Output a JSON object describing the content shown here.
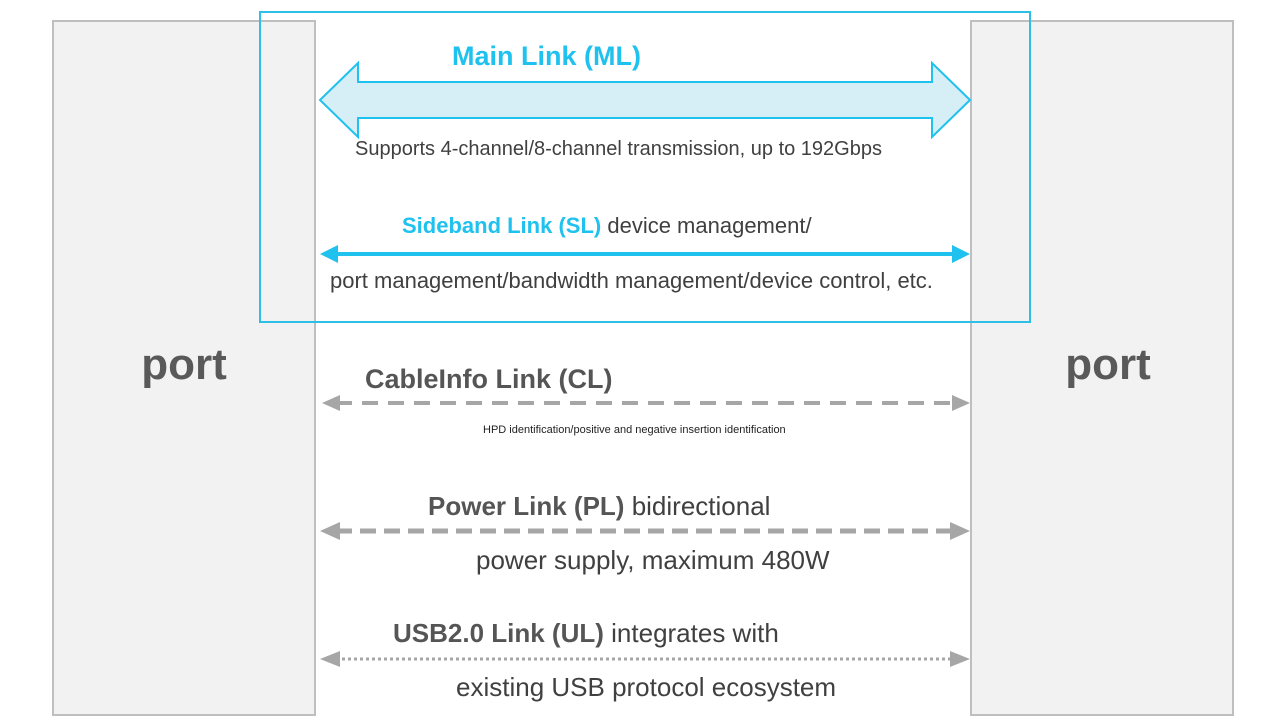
{
  "ports": {
    "left_label": "port",
    "right_label": "port"
  },
  "main_link": {
    "name": "Main Link (ML)",
    "description": "Supports 4-channel/8-channel transmission, up to 192Gbps"
  },
  "sideband_link": {
    "name": "Sideband Link (SL)",
    "desc_line1": " device management/",
    "desc_line2": "port management/bandwidth management/device control, etc."
  },
  "cableinfo_link": {
    "name": "CableInfo Link (CL)",
    "description": "HPD identification/positive and negative insertion identification"
  },
  "power_link": {
    "name": "Power Link (PL)",
    "desc_line1": " bidirectional",
    "desc_line2": "power supply, maximum 480W"
  },
  "usb_link": {
    "name": "USB2.0 Link (UL)",
    "desc_line1": " integrates with",
    "desc_line2": "existing USB protocol ecosystem"
  },
  "colors": {
    "accent": "#1fc1ee",
    "main_arrow_fill": "#d6eef5",
    "gray_arrow": "#a6a6a6",
    "port_fill": "#f2f2f2"
  }
}
